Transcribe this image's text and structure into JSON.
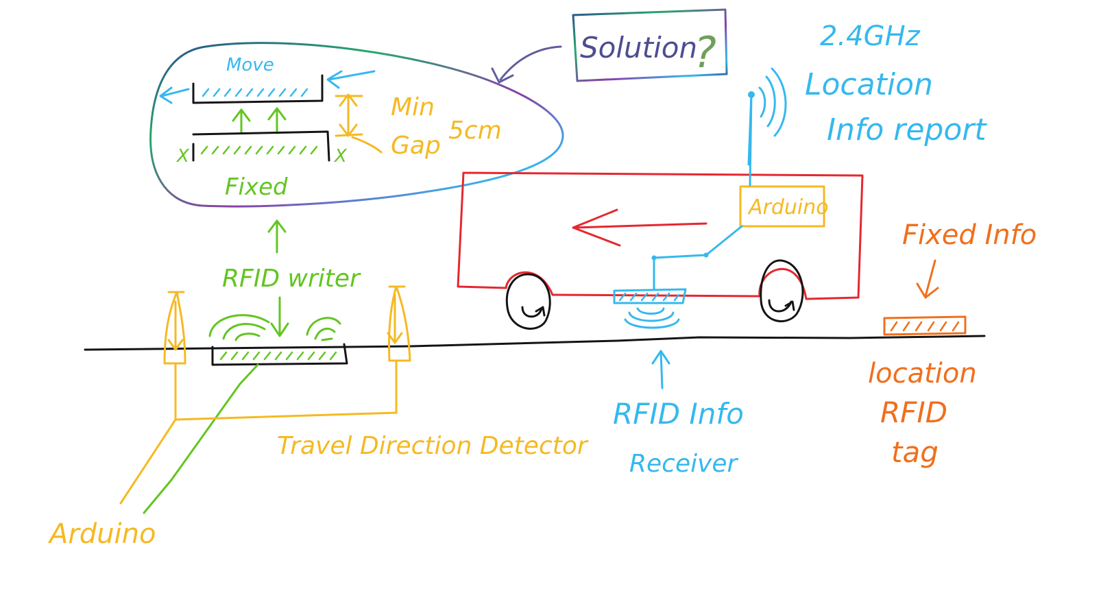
{
  "labels": {
    "solution": "Solution",
    "solution_mark": "?",
    "move": "Move",
    "fixed": "Fixed",
    "min": "Min",
    "gap": "Gap",
    "gap_size": "5cm",
    "mark_x": "X",
    "freq": "2.4GHz",
    "report_line1": "Location",
    "report_line2": "Info report",
    "vehicle_board": "Arduino",
    "fixed_info": "Fixed Info",
    "rfid_writer": "RFID writer",
    "detector": "Travel Direction Detector",
    "ground_board": "Arduino",
    "receiver_line1": "RFID Info",
    "receiver_line2": "Receiver",
    "tag_line1": "location",
    "tag_line2": "RFID",
    "tag_line3": "tag"
  },
  "colors": {
    "blue": "#35b8ee",
    "green": "#62c520",
    "yellow": "#f5b922",
    "orange": "#f06f1c",
    "red": "#e52730",
    "black": "#141414",
    "rainbow_1": "#2c4d8e",
    "rainbow_2": "#26a86e",
    "rainbow_3": "#8a3fa6",
    "rainbow_4": "#35b8ee"
  }
}
